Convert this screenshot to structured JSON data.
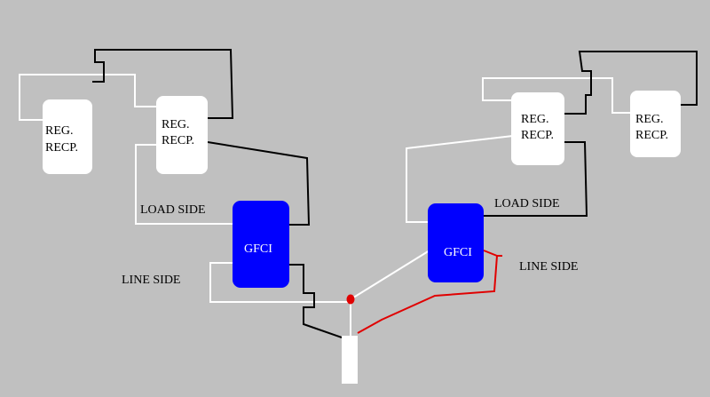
{
  "colors": {
    "background": "#c0c0c0",
    "gfci": "#0000ff",
    "receptacle": "#ffffff",
    "hot_wire": "#000000",
    "neutral_wire": "#ffffff",
    "red_wire": "#e00000"
  },
  "left": {
    "recp_far": {
      "line1": "REG.",
      "line2": "RECP."
    },
    "recp_near": {
      "line1": "REG.",
      "line2": "RECP."
    },
    "gfci": "GFCI",
    "load_side": "LOAD SIDE",
    "line_side": "LINE SIDE"
  },
  "right": {
    "recp_near": {
      "line1": "REG.",
      "line2": "RECP."
    },
    "recp_far": {
      "line1": "REG.",
      "line2": "RECP."
    },
    "gfci": "GFCI",
    "load_side": "LOAD SIDE",
    "line_side": "LINE SIDE"
  }
}
